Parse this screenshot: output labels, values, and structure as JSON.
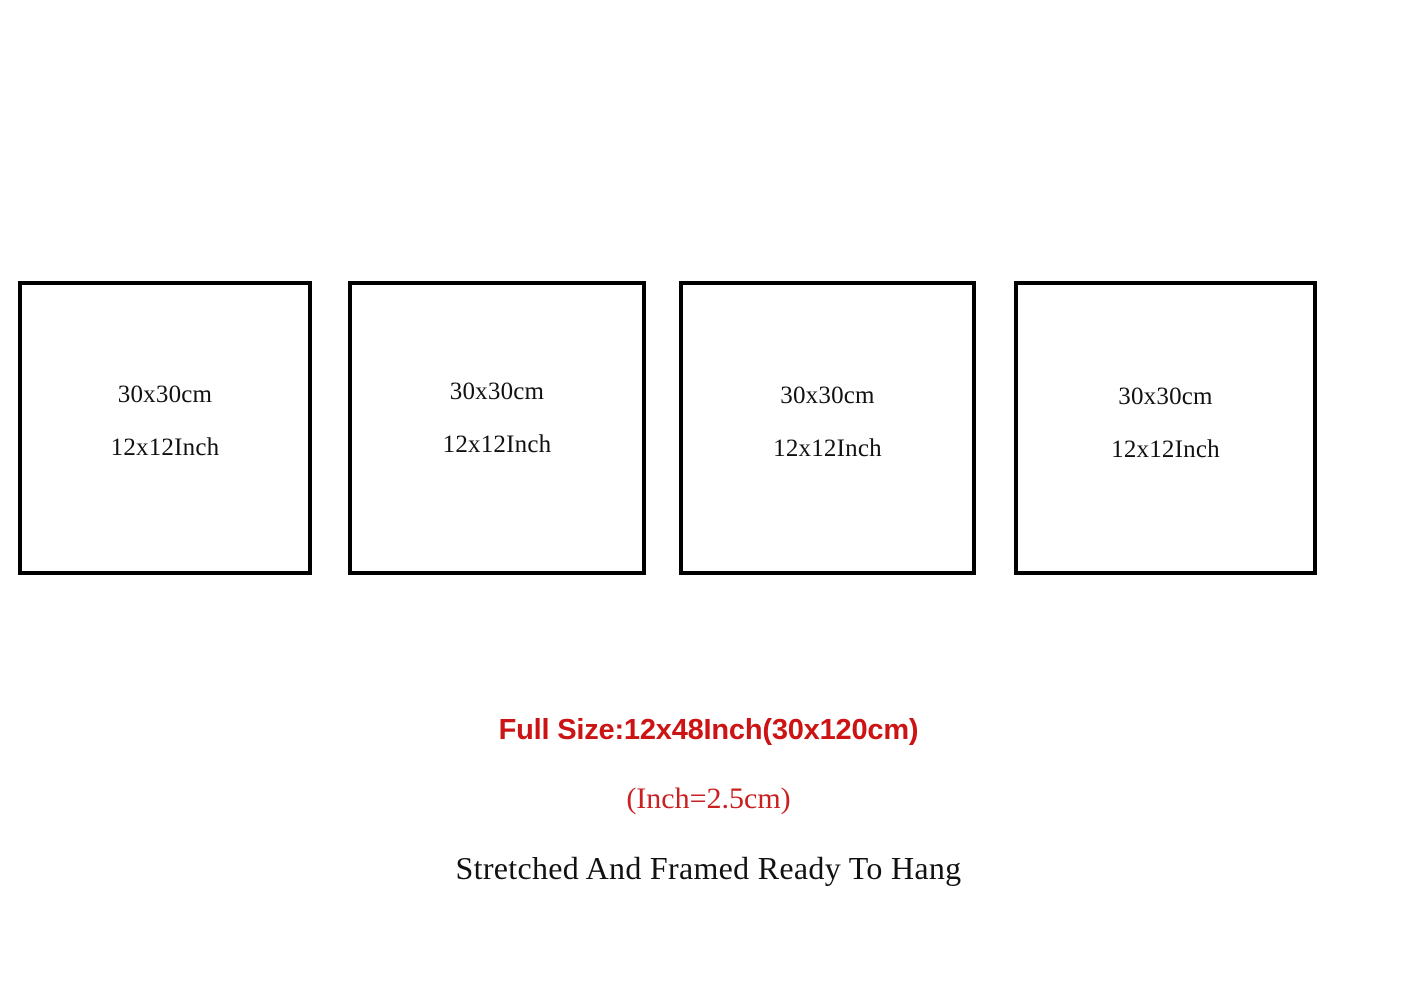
{
  "diagram": {
    "type": "product-size-layout",
    "background_color": "#ffffff",
    "frame_border_color": "#000000",
    "accent_red": "#CC1414",
    "panels": [
      {
        "metric": "30x30cm",
        "imperial": "12x12Inch"
      },
      {
        "metric": "30x30cm",
        "imperial": "12x12Inch"
      },
      {
        "metric": "30x30cm",
        "imperial": "12x12Inch"
      },
      {
        "metric": "30x30cm",
        "imperial": "12x12Inch"
      }
    ],
    "caption": {
      "full_size": "Full Size:12x48Inch(30x120cm)",
      "conversion": "(Inch=2.5cm)",
      "hang_note": "Stretched And Framed Ready To Hang"
    }
  }
}
